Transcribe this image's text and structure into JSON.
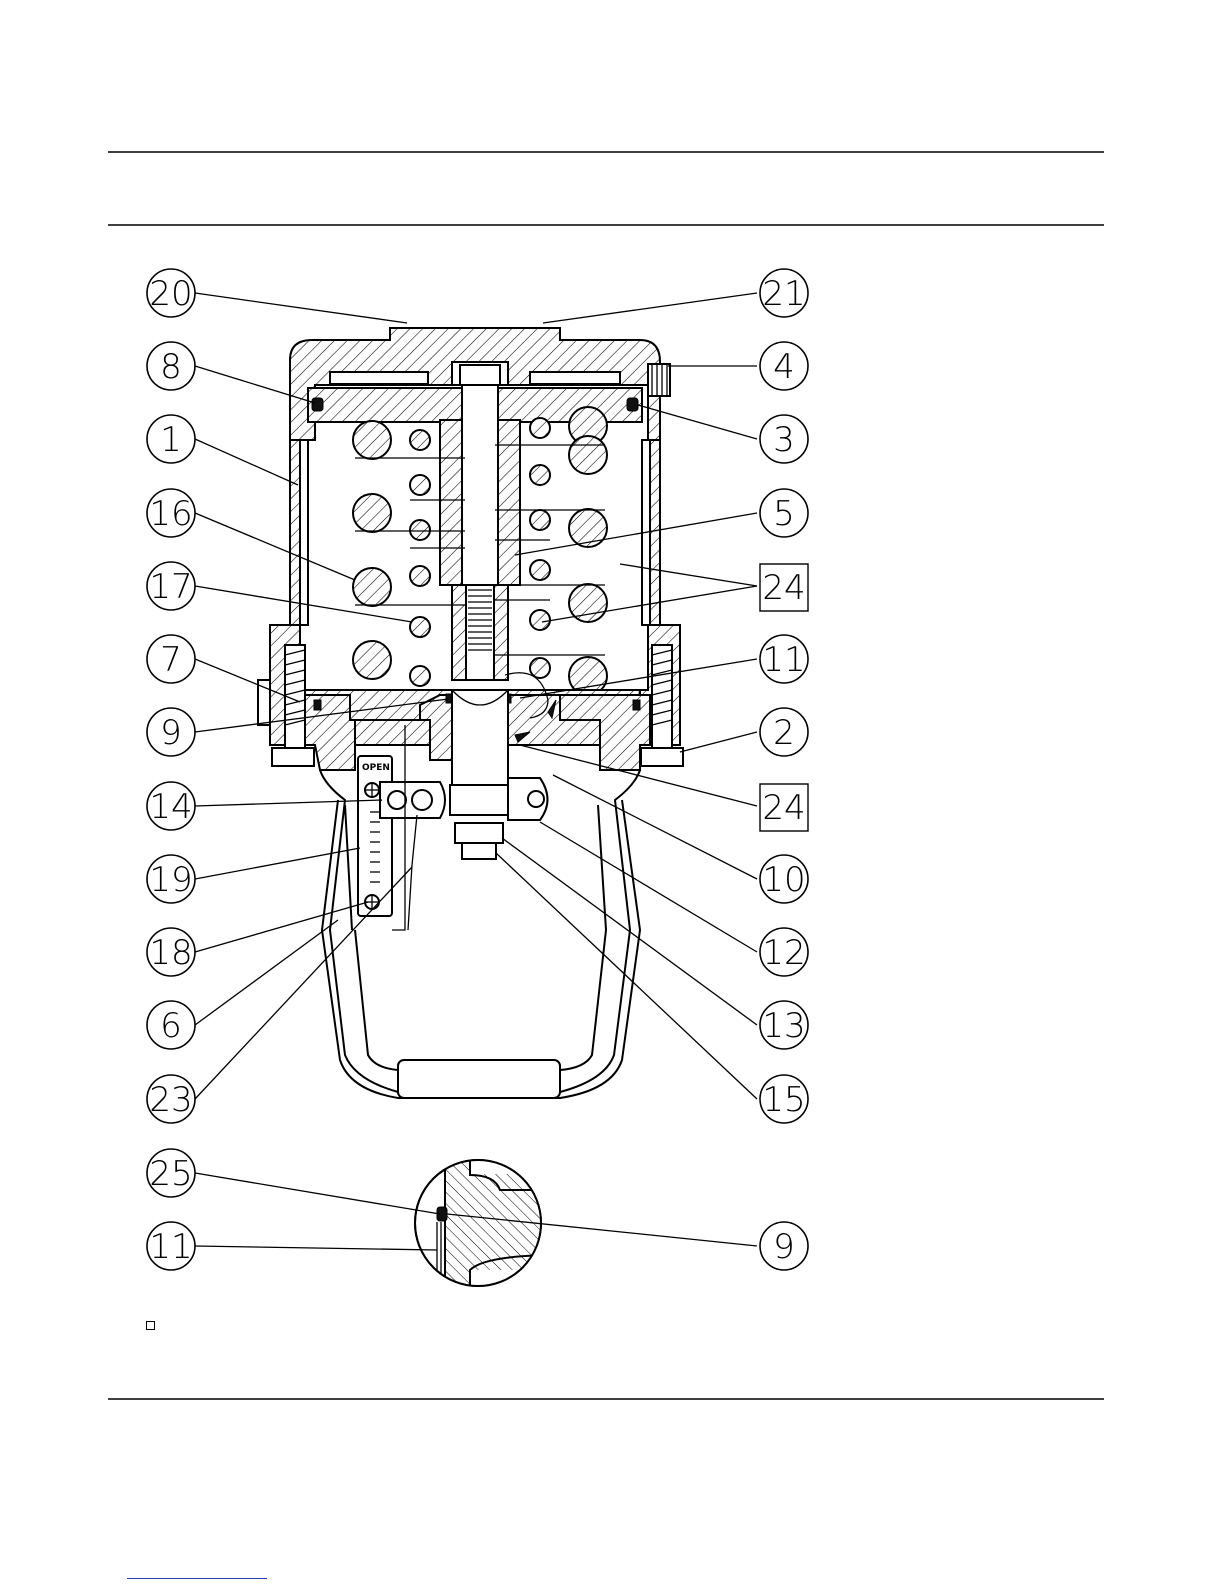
{
  "callouts": {
    "left": [
      "20",
      "8",
      "1",
      "16",
      "17",
      "7",
      "9",
      "14",
      "19",
      "18",
      "6",
      "23",
      "25",
      "11"
    ],
    "right": [
      "21",
      "4",
      "3",
      "5",
      "24",
      "11",
      "2",
      "24",
      "10",
      "12",
      "13",
      "15",
      "9"
    ]
  },
  "indicator": {
    "open_label": "OPEN"
  }
}
